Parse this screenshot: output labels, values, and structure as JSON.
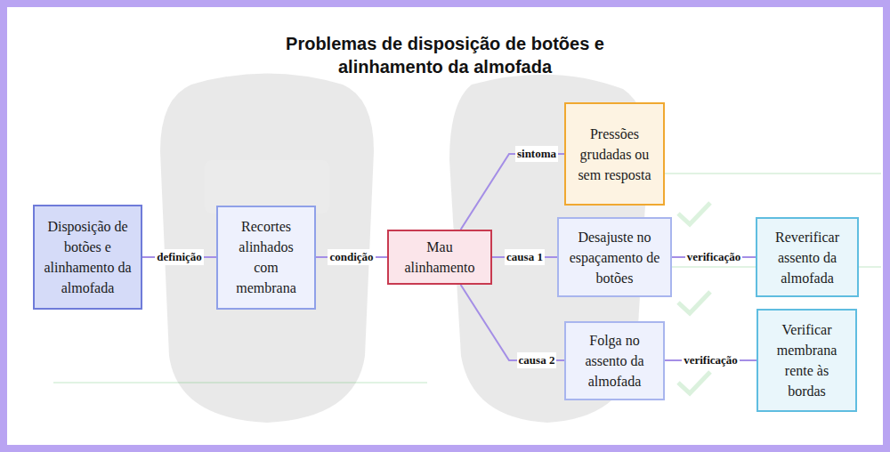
{
  "diagram": {
    "title": "Problemas de disposição de botões e alinhamento da almofada",
    "nodes": [
      {
        "text": [
          "Disposição de botões e alinhamento da almofada"
        ]
      },
      {
        "text": [
          "Recortes alinhados com membrana"
        ]
      },
      {
        "text": [
          "Mau alinhamento"
        ]
      },
      {
        "text": [
          "Pressões grudadas ou sem resposta"
        ]
      },
      {
        "text": [
          "Desajuste no espaçamento de botões"
        ]
      },
      {
        "text": [
          "Reverificar assento da almofada"
        ]
      },
      {
        "text": [
          "Folga no assento da almofada"
        ]
      },
      {
        "text": [
          "Verificar membrana rente às bordas"
        ]
      }
    ],
    "edges": [
      {
        "from": 0,
        "to": 1,
        "label": "definição",
        "arrow": "none"
      },
      {
        "from": 1,
        "to": 2,
        "label": "condição",
        "arrow": "none"
      },
      {
        "from": 2,
        "to": 3,
        "label": "sintoma",
        "arrow": "none"
      },
      {
        "from": 2,
        "to": 4,
        "label": "causa 1",
        "arrow": "none"
      },
      {
        "from": 2,
        "to": 6,
        "label": "causa 2",
        "arrow": "none"
      },
      {
        "from": 4,
        "to": 5,
        "label": "verificação",
        "arrow": "none"
      },
      {
        "from": 6,
        "to": 7,
        "label": "verificação",
        "arrow": "none"
      }
    ]
  }
}
